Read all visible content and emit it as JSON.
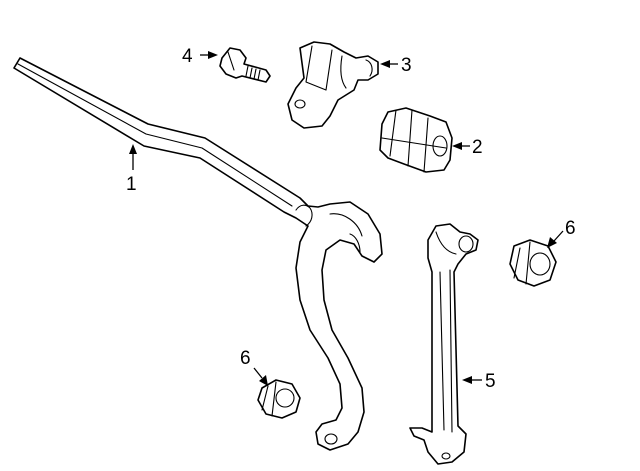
{
  "callouts": [
    {
      "id": "1",
      "label": "1"
    },
    {
      "id": "2",
      "label": "2"
    },
    {
      "id": "3",
      "label": "3"
    },
    {
      "id": "4",
      "label": "4"
    },
    {
      "id": "5",
      "label": "5"
    },
    {
      "id": "6a",
      "label": "6"
    },
    {
      "id": "6b",
      "label": "6"
    }
  ]
}
